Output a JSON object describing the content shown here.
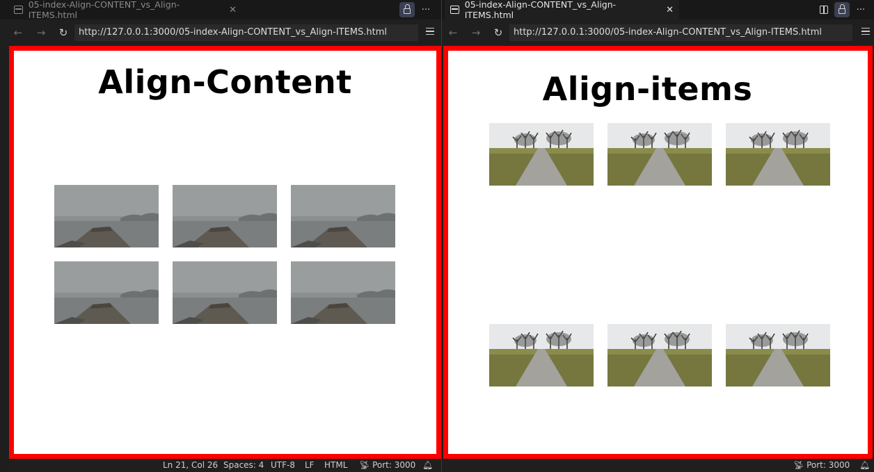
{
  "left_pane": {
    "tab_title": "05-index-Align-CONTENT_vs_Align-ITEMS.html",
    "url": "http://127.0.0.1:3000/05-index-Align-CONTENT_vs_Align-ITEMS.html",
    "heading": "Align-Content",
    "image_count": 6,
    "image_subject": "foggy pier over water",
    "status": {
      "cursor": "Ln 21, Col 26",
      "indent": "Spaces: 4",
      "encoding": "UTF-8",
      "eol": "LF",
      "language": "HTML",
      "port": "Port: 3000"
    }
  },
  "right_pane": {
    "tab_title": "05-index-Align-CONTENT_vs_Align-ITEMS.html",
    "url": "http://127.0.0.1:3000/05-index-Align-CONTENT_vs_Align-ITEMS.html",
    "heading": "Align-items",
    "image_count": 6,
    "image_subject": "gravel path to trees on a hill",
    "status": {
      "port": "Port: 3000"
    }
  },
  "icons": {
    "file": "html-file-icon",
    "close": "close-icon",
    "lock": "lock-icon",
    "split": "split-editor-icon",
    "more": "more-actions-icon",
    "back": "back-arrow-icon",
    "forward": "forward-arrow-icon",
    "reload": "reload-icon",
    "menu": "menu-icon",
    "broadcast": "broadcast-icon",
    "bell": "notification-bell-icon"
  },
  "colors": {
    "frame_border": "#ff0000",
    "page_background": "#ffffff",
    "chrome_background": "#1f1f1f"
  }
}
